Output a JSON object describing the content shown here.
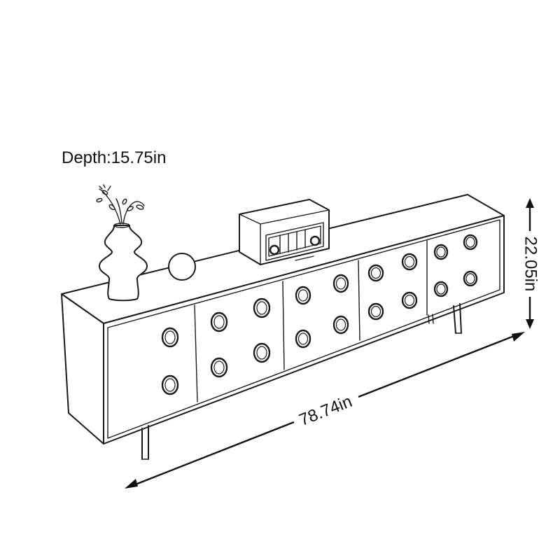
{
  "dimensions": {
    "depth_label": "Depth:15.75in",
    "width_label": "78.74in",
    "height_label": "22.05in"
  }
}
